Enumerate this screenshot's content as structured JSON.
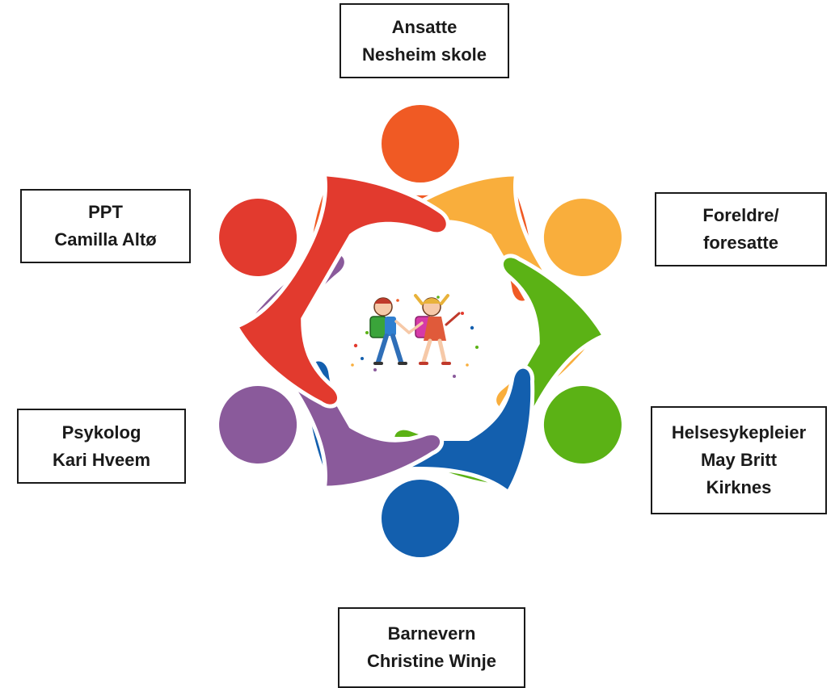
{
  "colors": {
    "orange": "#f05a24",
    "yellow": "#f9ae3c",
    "green": "#5bb215",
    "blue": "#135fae",
    "purple": "#8a5a9b",
    "red": "#e23a2e"
  },
  "center_icon": "children-walking-to-school-icon",
  "members": {
    "top": {
      "line1": "Ansatte",
      "line2": "Nesheim skole"
    },
    "upper_right": {
      "line1": "Foreldre/",
      "line2": "foresatte"
    },
    "lower_right": {
      "line1": "Helsesykepleier",
      "line2": "May Britt",
      "line3": "Kirknes"
    },
    "bottom": {
      "line1": "Barnevern",
      "line2": "Christine Winje"
    },
    "lower_left": {
      "line1": "Psykolog",
      "line2": "Kari Hveem"
    },
    "upper_left": {
      "line1": "PPT",
      "line2": "Camilla Altø"
    }
  }
}
